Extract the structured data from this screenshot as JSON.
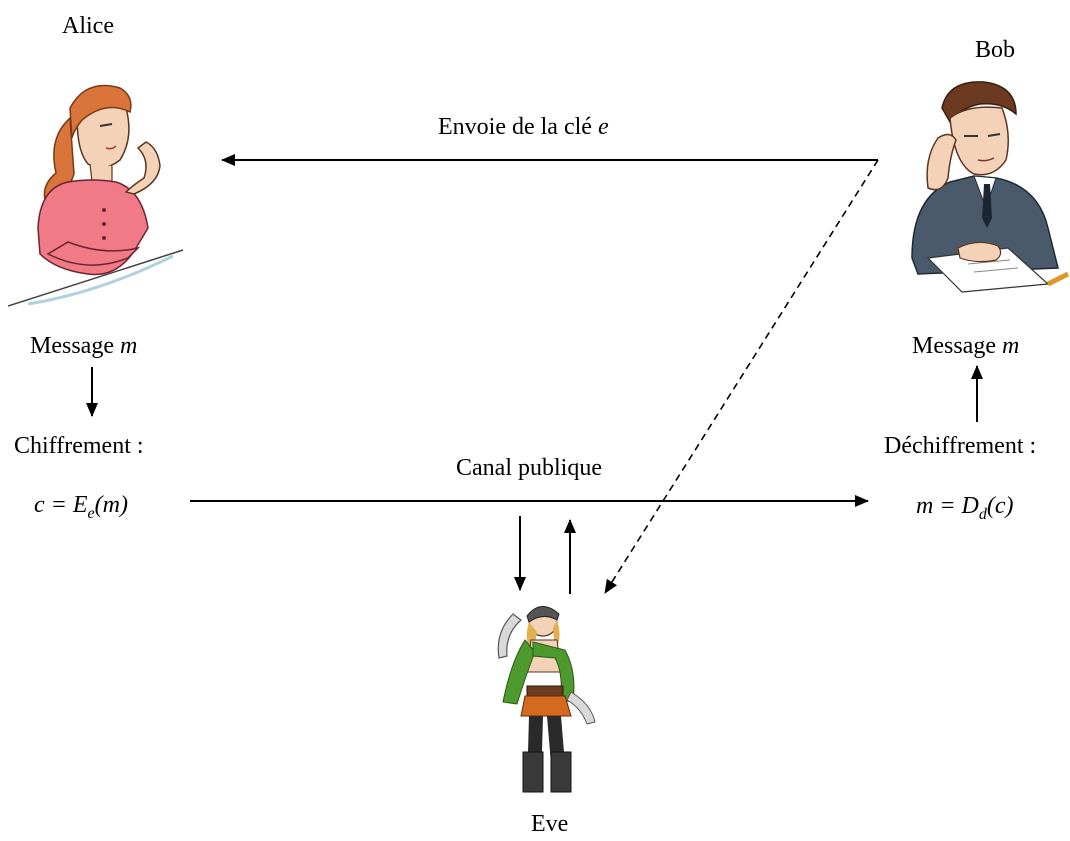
{
  "people": {
    "alice": {
      "name": "Alice"
    },
    "bob": {
      "name": "Bob"
    },
    "eve": {
      "name": "Eve"
    }
  },
  "alice_side": {
    "message_prefix": "Message ",
    "message_var": "m",
    "step_label": "Chiffrement :",
    "formula": {
      "lhs": "c = E",
      "sub": "e",
      "rhs": "(m)"
    }
  },
  "bob_side": {
    "message_prefix": "Message ",
    "message_var": "m",
    "step_label": "Déchiffrement :",
    "formula": {
      "lhs": "m = D",
      "sub": "d",
      "rhs": "(c)"
    }
  },
  "key_arrow": {
    "prefix": "Envoie de la clé ",
    "var": "e"
  },
  "channel": {
    "label": "Canal publique"
  },
  "colors": {
    "alice_shirt": "#f07a86",
    "alice_hair": "#d9743a",
    "bob_suit": "#4a5a6b",
    "bob_hair": "#6b3a20",
    "eve_green": "#4f9a2e",
    "skin": "#f3d2b8"
  }
}
